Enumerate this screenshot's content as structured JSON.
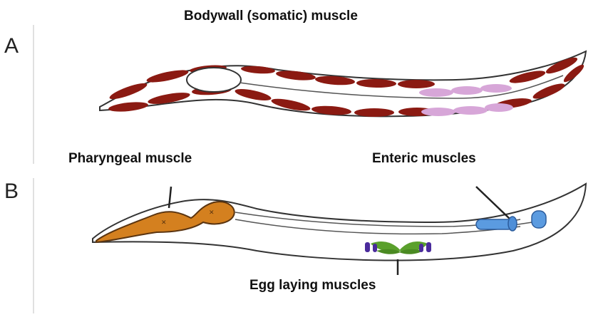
{
  "panels": [
    {
      "letter": "A",
      "title": "Bodywall (somatic) muscle"
    },
    {
      "letter": "B"
    }
  ],
  "labels": {
    "pharyngeal": "Pharyngeal muscle",
    "enteric": "Enteric muscles",
    "egg_laying": "Egg laying muscles"
  },
  "colors": {
    "bodywall_muscle": "#8b1a12",
    "gonad_cells": "#d7a6d8",
    "pharynx": "#d4801f",
    "enteric": "#5b9be0",
    "egg_laying_green": "#5aa02c",
    "egg_laying_purple": "#4a2b9c",
    "outline": "#333333"
  }
}
